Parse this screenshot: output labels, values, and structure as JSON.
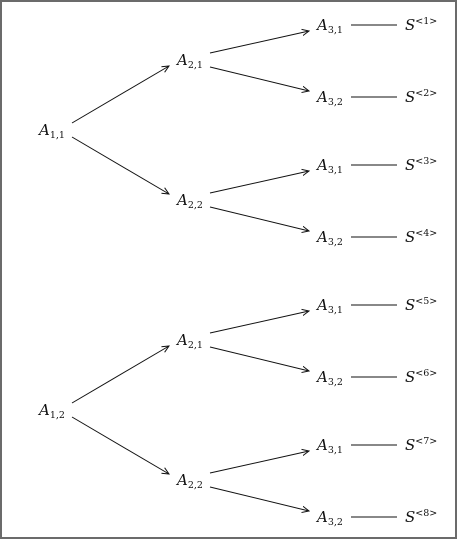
{
  "nodes": [
    {
      "id": "a11",
      "base": "A",
      "sub": "1,1"
    },
    {
      "id": "a12",
      "base": "A",
      "sub": "1,2"
    },
    {
      "id": "a21_top",
      "base": "A",
      "sub": "2,1"
    },
    {
      "id": "a22_top",
      "base": "A",
      "sub": "2,2"
    },
    {
      "id": "a21_bot",
      "base": "A",
      "sub": "2,1"
    },
    {
      "id": "a22_bot",
      "base": "A",
      "sub": "2,2"
    },
    {
      "id": "a31_1",
      "base": "A",
      "sub": "3,1"
    },
    {
      "id": "a32_1",
      "base": "A",
      "sub": "3,2"
    },
    {
      "id": "a31_2",
      "base": "A",
      "sub": "3,1"
    },
    {
      "id": "a32_2",
      "base": "A",
      "sub": "3,2"
    },
    {
      "id": "a31_3",
      "base": "A",
      "sub": "3,1"
    },
    {
      "id": "a32_3",
      "base": "A",
      "sub": "3,2"
    },
    {
      "id": "a31_4",
      "base": "A",
      "sub": "3,1"
    },
    {
      "id": "a32_4",
      "base": "A",
      "sub": "3,2"
    },
    {
      "id": "s1",
      "base": "S",
      "sup": "<1>"
    },
    {
      "id": "s2",
      "base": "S",
      "sup": "<2>"
    },
    {
      "id": "s3",
      "base": "S",
      "sup": "<3>"
    },
    {
      "id": "s4",
      "base": "S",
      "sup": "<4>"
    },
    {
      "id": "s5",
      "base": "S",
      "sup": "<5>"
    },
    {
      "id": "s6",
      "base": "S",
      "sup": "<6>"
    },
    {
      "id": "s7",
      "base": "S",
      "sup": "<7>"
    },
    {
      "id": "s8",
      "base": "S",
      "sup": "<8>"
    }
  ],
  "edges": [
    {
      "from": "a11",
      "to": "a21_top",
      "arrow": true
    },
    {
      "from": "a11",
      "to": "a22_top",
      "arrow": true
    },
    {
      "from": "a12",
      "to": "a21_bot",
      "arrow": true
    },
    {
      "from": "a12",
      "to": "a22_bot",
      "arrow": true
    },
    {
      "from": "a21_top",
      "to": "a31_1",
      "arrow": true
    },
    {
      "from": "a21_top",
      "to": "a32_1",
      "arrow": true
    },
    {
      "from": "a22_top",
      "to": "a31_2",
      "arrow": true
    },
    {
      "from": "a22_top",
      "to": "a32_2",
      "arrow": true
    },
    {
      "from": "a21_bot",
      "to": "a31_3",
      "arrow": true
    },
    {
      "from": "a21_bot",
      "to": "a32_3",
      "arrow": true
    },
    {
      "from": "a22_bot",
      "to": "a31_4",
      "arrow": true
    },
    {
      "from": "a22_bot",
      "to": "a32_4",
      "arrow": true
    },
    {
      "from": "a31_1",
      "to": "s1",
      "arrow": false
    },
    {
      "from": "a32_1",
      "to": "s2",
      "arrow": false
    },
    {
      "from": "a31_2",
      "to": "s3",
      "arrow": false
    },
    {
      "from": "a32_2",
      "to": "s4",
      "arrow": false
    },
    {
      "from": "a31_3",
      "to": "s5",
      "arrow": false
    },
    {
      "from": "a32_3",
      "to": "s6",
      "arrow": false
    },
    {
      "from": "a31_4",
      "to": "s7",
      "arrow": false
    },
    {
      "from": "a32_4",
      "to": "s8",
      "arrow": false
    }
  ],
  "colors": {
    "ink": "#111111",
    "frame": "#6b6b6b",
    "background": "#ffffff"
  }
}
